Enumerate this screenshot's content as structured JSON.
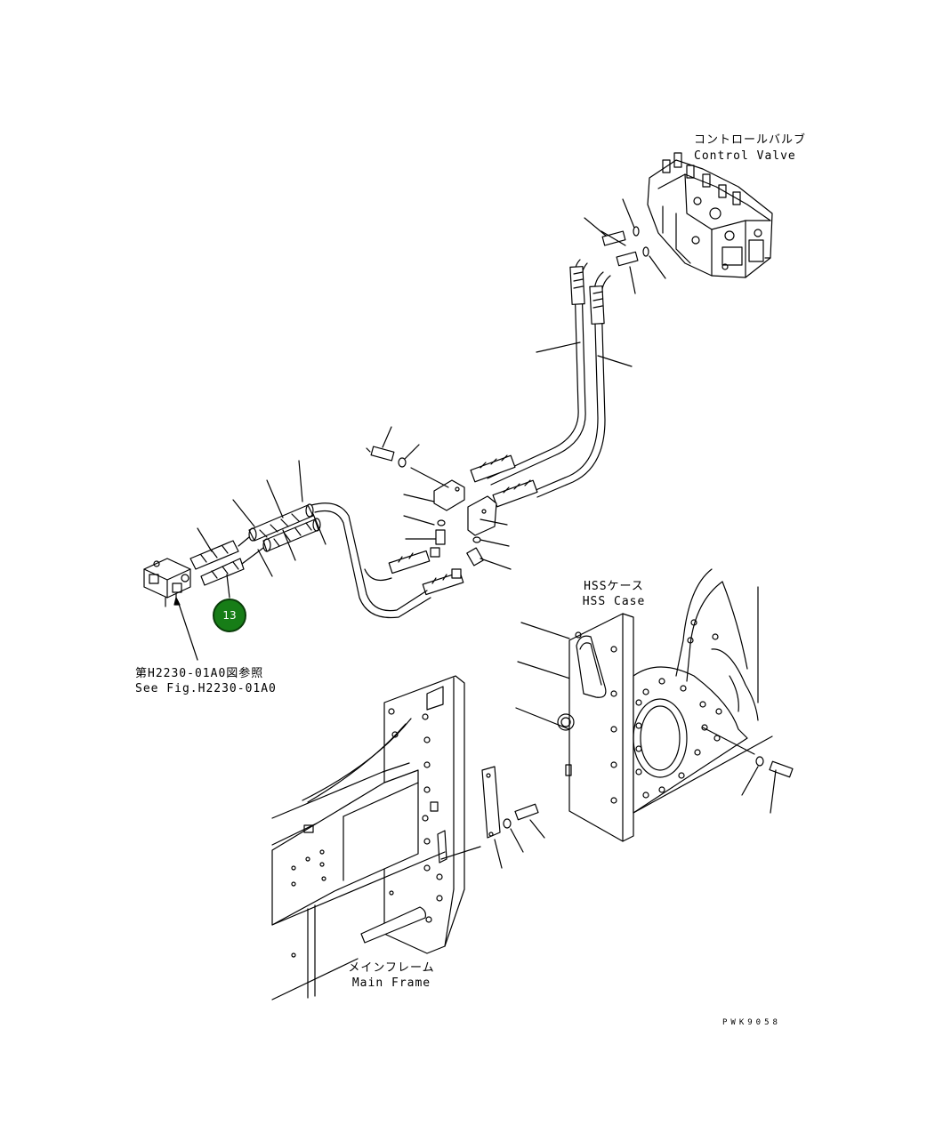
{
  "labels": {
    "control_valve_jp": "コントロールバルブ",
    "control_valve_en": "Control Valve",
    "hss_case_jp": "HSSケース",
    "hss_case_en": "HSS Case",
    "main_frame_jp": "メインフレーム",
    "main_frame_en": "Main Frame",
    "see_fig_jp": "第H2230-01A0図参照",
    "see_fig_en": "See Fig.H2230-01A0"
  },
  "callout": {
    "number": "13"
  },
  "drawing_code": "PWK9058"
}
